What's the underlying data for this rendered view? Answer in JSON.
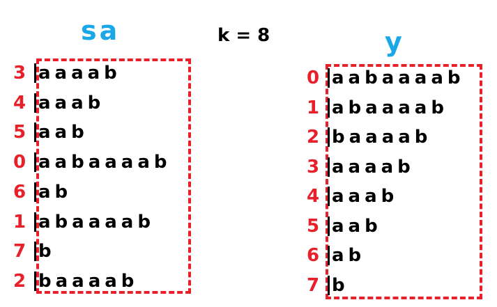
{
  "sa_title": "sa",
  "y_title": "y",
  "k_label": "k = 8",
  "sa": [
    {
      "index": "3",
      "suffix": "aaaab"
    },
    {
      "index": "4",
      "suffix": "aaab"
    },
    {
      "index": "5",
      "suffix": "aab"
    },
    {
      "index": "0",
      "suffix": "aabaaaab"
    },
    {
      "index": "6",
      "suffix": "ab"
    },
    {
      "index": "1",
      "suffix": "abaaaab"
    },
    {
      "index": "7",
      "suffix": "b"
    },
    {
      "index": "2",
      "suffix": "baaaab"
    }
  ],
  "y": [
    {
      "index": "0",
      "suffix": "aabaaaab"
    },
    {
      "index": "1",
      "suffix": "abaaaab"
    },
    {
      "index": "2",
      "suffix": "baaaab"
    },
    {
      "index": "3",
      "suffix": "aaaab"
    },
    {
      "index": "4",
      "suffix": "aaab"
    },
    {
      "index": "5",
      "suffix": "aab"
    },
    {
      "index": "6",
      "suffix": "ab"
    },
    {
      "index": "7",
      "suffix": "b"
    }
  ],
  "colors": {
    "title": "#1aa7e8",
    "index": "#e8202a",
    "box_border": "#e8202a",
    "text": "#000000"
  }
}
